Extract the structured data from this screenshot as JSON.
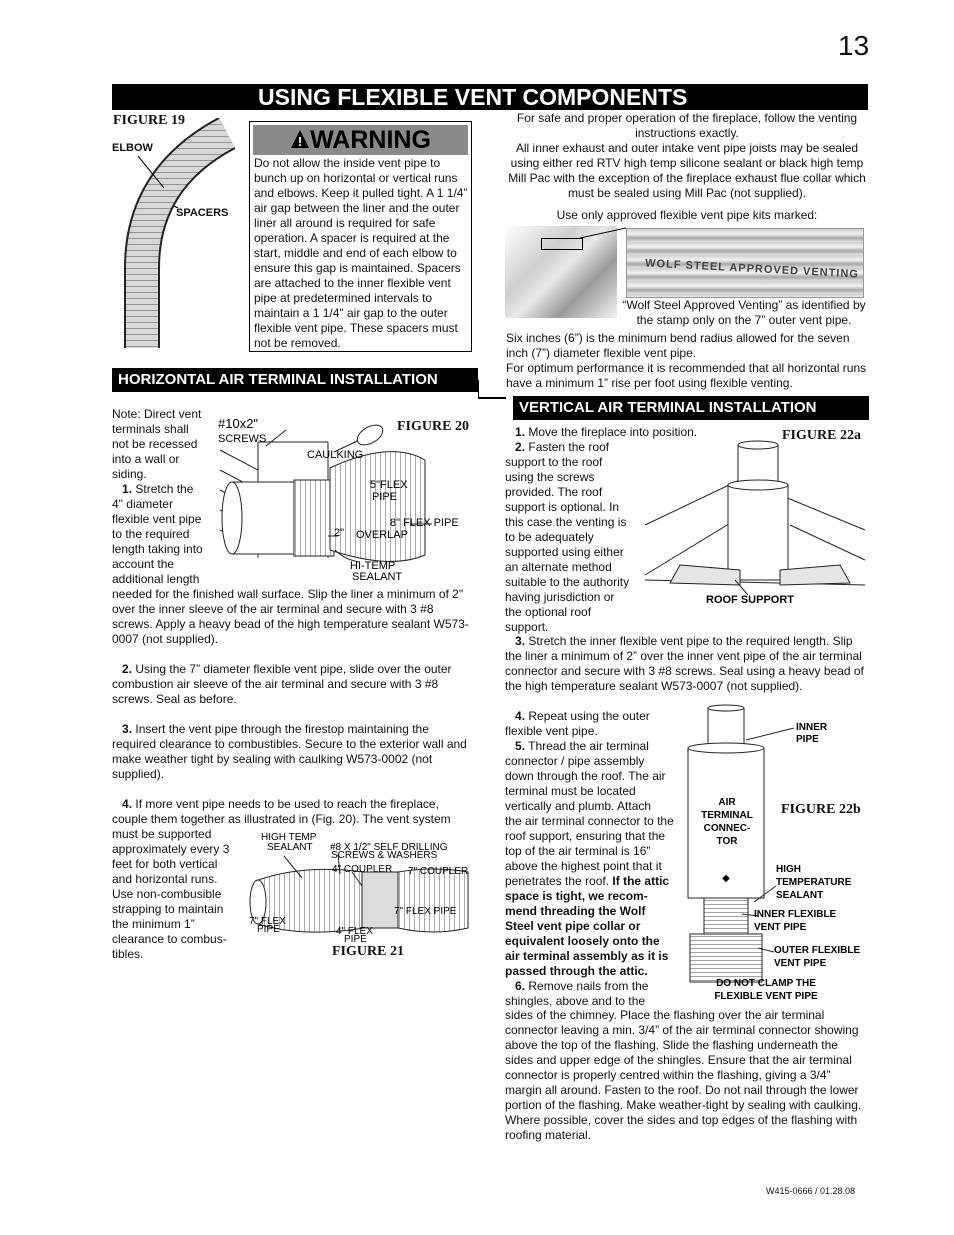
{
  "page_number": "13",
  "title": "USING FLEXIBLE VENT COMPONENTS",
  "figure19": {
    "label": "FIGURE 19",
    "elbow": "ELBOW",
    "spacers": "SPACERS"
  },
  "warning": {
    "heading": "WARNING",
    "text": "Do not allow the inside vent pipe to bunch up on horizontal or vertical runs and elbows.  Keep it pulled tight.  A 1 1/4” air gap between the liner and the outer liner all around is required for safe operation.  A spacer is required at the start, middle and end of each elbow to ensure this gap is maintained. Spacers are attached to the inner flexible vent pipe at predetermined intervals to maintain a 1 1/4\" air gap to the outer flexible vent pipe. These spacers must not be removed."
  },
  "intro": {
    "p1": "For safe and proper operation of the fireplace, follow the venting instructions exactly.",
    "p2": "All inner exhaust and outer intake vent pipe joists may be sealed using either red RTV high temp silicone sealant or black high temp Mill Pac with the exception of the fireplace exhaust flue collar which must be sealed using Mill Pac (not supplied).",
    "p3": "Use only approved  flexible vent pipe kits marked:",
    "stamp_text": "WOLF STEEL APPROVED VENTING",
    "stamp_caption": "“Wolf Steel Approved Venting” as identified by the stamp only on the 7” outer vent pipe.",
    "p4": "Six inches (6”) is the minimum bend radius allowed for the seven inch (7”) diameter flexible vent pipe.",
    "p5": "For optimum performance it is recommended that all horizontal runs have a minimum 1” rise per foot using flexible venting."
  },
  "horizontal": {
    "heading": "HORIZONTAL AIR TERMINAL INSTALLATION",
    "note_lines": [
      "Note: Direct vent",
      "terminals shall",
      "not be recessed",
      "into a wall or",
      "siding."
    ],
    "step1_num": "1.",
    "step1_lines": [
      "Stretch the",
      "4\" diameter",
      "flexible vent pipe",
      "to the required",
      "length taking into",
      "account the",
      "additional length"
    ],
    "step1_rest": "needed for the finished wall surface. Slip the liner a minimum of 2\" over the inner sleeve of the air terminal and secure with 3 #8 screws. Apply a heavy bead of the high temperature sealant W573-0007 (not supplied).",
    "step2_num": "2.",
    "step2": "Using the 7” diameter flexible vent pipe, slide over the outer combustion air sleeve of the air terminal and secure with 3 #8 screws. Seal as before.",
    "step3_num": "3.",
    "step3": "Insert the vent pipe through the firestop maintaining the required clearance to combustibles.  Secure to the exterior wall and make weather tight by sealing with caulking W573-0002 (not supplied).",
    "step4_num": "4.",
    "step4_first": "If more vent pipe needs to be used to reach the fireplace, couple them together as illustrated in (Fig. 20).  The vent system",
    "step4_lines": [
      "must be supported",
      "approximately every 3",
      "feet for both vertical",
      "and horizontal runs.",
      "Use non-combusible",
      "strapping to maintain",
      "the minimum 1”",
      "clearance to combus-",
      "tibles."
    ]
  },
  "figure20": {
    "label": "FIGURE 20",
    "screws_a": "#10x2\"",
    "screws_b": "SCREWS",
    "caulking": "CAULKING",
    "flex5_a": "5\"FLEX",
    "flex5_b": "PIPE",
    "flex8": "8\"  FLEX PIPE",
    "overlap_a": "2\"",
    "overlap_b": "OVERLAP",
    "sealant_a": "HI-TEMP",
    "sealant_b": "SEALANT"
  },
  "figure21": {
    "label": "FIGURE 21",
    "high_temp": "HIGH TEMP",
    "sealant": "SEALANT",
    "screws_a": "#8 X 1/2\" SELF DRILLING",
    "screws_b": "SCREWS & WASHERS",
    "coupler4": "4\" COUPLER",
    "coupler7": "7\" COUPLER",
    "flex7_pipe": "7\" FLEX PIPE",
    "flex7_a": "7\" FLEX",
    "flex7_b": "PIPE",
    "flex4_a": "4\" FLEX",
    "flex4_b": "PIPE"
  },
  "vertical": {
    "heading": "VERTICAL AIR TERMINAL INSTALLATION",
    "step1_num": "1.",
    "step1": "Move the fireplace into position.",
    "step2_num": "2.",
    "step2_lines": [
      "Fasten the roof",
      "support to the roof",
      "using the screws",
      "provided. The roof",
      "support is optional. In",
      "this case the venting is",
      "to be adequately",
      "supported using either",
      "an alternate method",
      "suitable to the authority",
      "having jurisdiction or",
      "the optional roof",
      "support."
    ],
    "step3_num": "3.",
    "step3": "Stretch the inner flexible vent pipe to the required length. Slip the liner a minimum of 2” over the inner vent pipe of the air terminal connector and secure with 3 #8 screws. Seal using a heavy bead of the high temperature sealant W573-0007 (not supplied).",
    "step4_num": "4.",
    "step4_lines": [
      "Repeat using the outer",
      "flexible vent pipe."
    ],
    "step5_num": "5.",
    "step5_lines": [
      "Thread the air terminal",
      "connector / pipe assembly",
      "down through the roof. The air",
      "terminal must be located",
      "vertically and plumb.  Attach",
      "the air terminal connector to the",
      "roof support, ensuring that the",
      "top of the air terminal is 16”",
      "above the highest point that it",
      "penetrates the roof."
    ],
    "step5_bold_lines": [
      "If the attic",
      "space is tight, we recom-",
      "mend threading the Wolf",
      "Steel vent pipe collar or",
      "equivalent loosely onto the",
      "air terminal assembly as it is",
      "passed through the attic."
    ],
    "step6_num": "6.",
    "step6_lines": [
      "Remove nails from the",
      "shingles, above and to the"
    ],
    "step6_rest": "sides of the chimney. Place the flashing over the air terminal connector leaving a min. 3/4” of the air terminal connector showing above the top of the flashing.  Slide the flashing underneath the sides and upper edge of the shingles. Ensure that the air terminal connector is properly centred within the flashing, giving a 3/4” margin all around. Fasten to the roof. Do not nail through the lower portion of the flashing. Make weather-tight by sealing with caulking. Where possible, cover the sides and top edges of the flashing with roofing material."
  },
  "figure22a": {
    "label": "FIGURE 22a",
    "roof_support": "ROOF SUPPORT"
  },
  "figure22b": {
    "label": "FIGURE 22b",
    "inner_pipe_a": "INNER",
    "inner_pipe_b": "PIPE",
    "air_terminal": [
      "AIR",
      "TERMINAL",
      "CONNEC-",
      "TOR"
    ],
    "high_temp": [
      "HIGH",
      "TEMPERATURE",
      "SEALANT"
    ],
    "inner_flex": [
      "INNER FLEXIBLE",
      "VENT PIPE"
    ],
    "outer_flex": [
      "OUTER FLEXIBLE",
      "VENT PIPE"
    ],
    "no_clamp": [
      "DO NOT CLAMP THE",
      "FLEXIBLE VENT PIPE"
    ]
  },
  "footer": "W415-0666 / 01.28.08"
}
